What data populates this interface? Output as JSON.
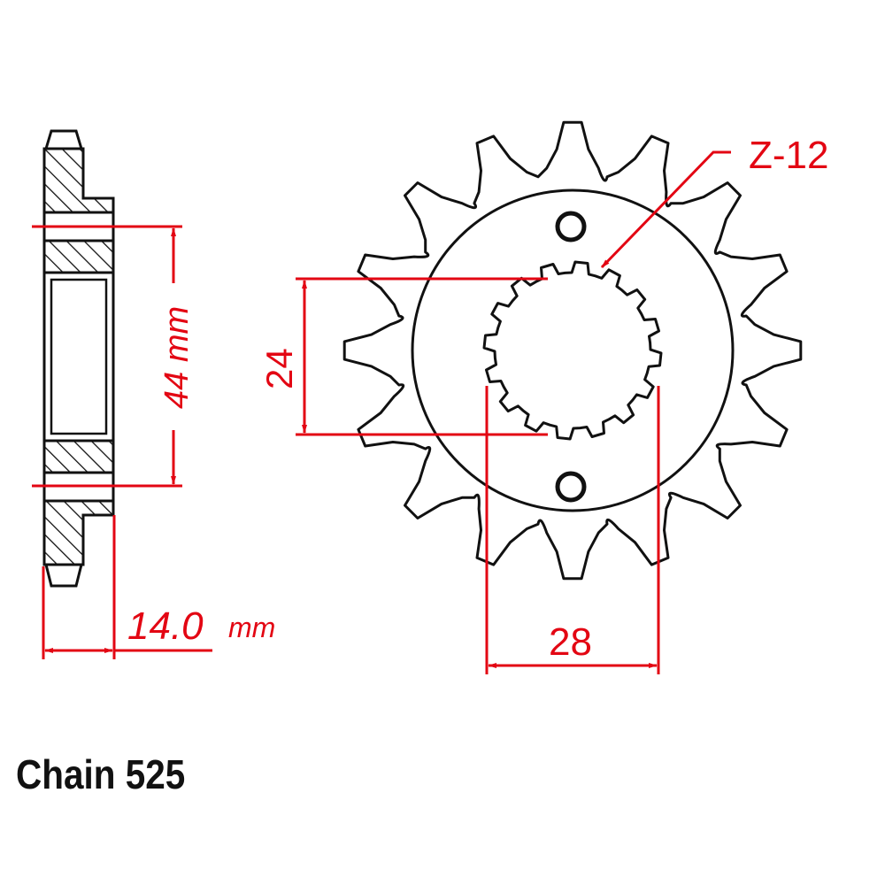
{
  "diagram": {
    "type": "sprocket-technical-drawing",
    "colors": {
      "outline": "#111111",
      "dimension": "#e30613",
      "background": "#ffffff"
    },
    "sprocket": {
      "teeth_count": 16,
      "bolt_holes": 2,
      "spline_teeth": 16
    },
    "labels": {
      "spline_count": "Z-12",
      "bore_height": "24",
      "bore_width": "28",
      "hub_diameter_value": "44",
      "hub_diameter_unit": "mm",
      "hub_diameter": "44 mm",
      "thickness_value": "14.0",
      "thickness_unit": "mm"
    },
    "footer": {
      "chain": "Chain 525"
    }
  }
}
